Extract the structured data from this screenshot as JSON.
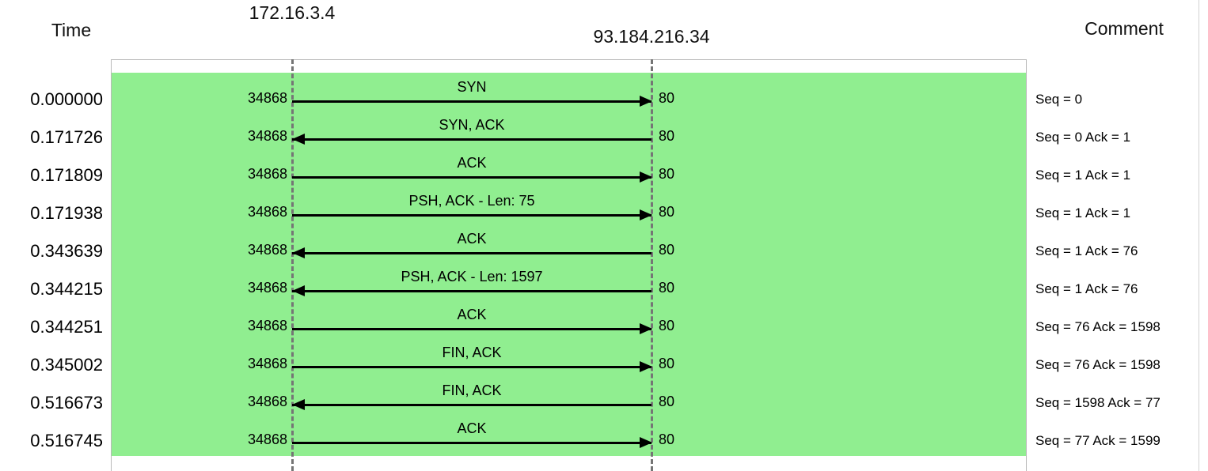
{
  "headers": {
    "time": "Time",
    "comment": "Comment",
    "nodes": [
      "172.16.3.4",
      "93.184.216.34"
    ]
  },
  "colors": {
    "highlight": "#90ee90",
    "line": "#000000",
    "lifeline": "#757575",
    "frame": "#b9b9b9"
  },
  "rows": [
    {
      "time": "0.000000",
      "src_port": "34868",
      "dst_port": "80",
      "label": "SYN",
      "direction": "right",
      "comment": "Seq = 0"
    },
    {
      "time": "0.171726",
      "src_port": "34868",
      "dst_port": "80",
      "label": "SYN, ACK",
      "direction": "left",
      "comment": "Seq = 0 Ack = 1"
    },
    {
      "time": "0.171809",
      "src_port": "34868",
      "dst_port": "80",
      "label": "ACK",
      "direction": "right",
      "comment": "Seq = 1 Ack = 1"
    },
    {
      "time": "0.171938",
      "src_port": "34868",
      "dst_port": "80",
      "label": "PSH, ACK - Len: 75",
      "direction": "right",
      "comment": "Seq = 1 Ack = 1"
    },
    {
      "time": "0.343639",
      "src_port": "34868",
      "dst_port": "80",
      "label": "ACK",
      "direction": "left",
      "comment": "Seq = 1 Ack = 76"
    },
    {
      "time": "0.344215",
      "src_port": "34868",
      "dst_port": "80",
      "label": "PSH, ACK - Len: 1597",
      "direction": "left",
      "comment": "Seq = 1 Ack = 76"
    },
    {
      "time": "0.344251",
      "src_port": "34868",
      "dst_port": "80",
      "label": "ACK",
      "direction": "right",
      "comment": "Seq = 76 Ack = 1598"
    },
    {
      "time": "0.345002",
      "src_port": "34868",
      "dst_port": "80",
      "label": "FIN, ACK",
      "direction": "right",
      "comment": "Seq = 76 Ack = 1598"
    },
    {
      "time": "0.516673",
      "src_port": "34868",
      "dst_port": "80",
      "label": "FIN, ACK",
      "direction": "left",
      "comment": "Seq = 1598 Ack = 77"
    },
    {
      "time": "0.516745",
      "src_port": "34868",
      "dst_port": "80",
      "label": "ACK",
      "direction": "right",
      "comment": "Seq = 77 Ack = 1599"
    }
  ]
}
